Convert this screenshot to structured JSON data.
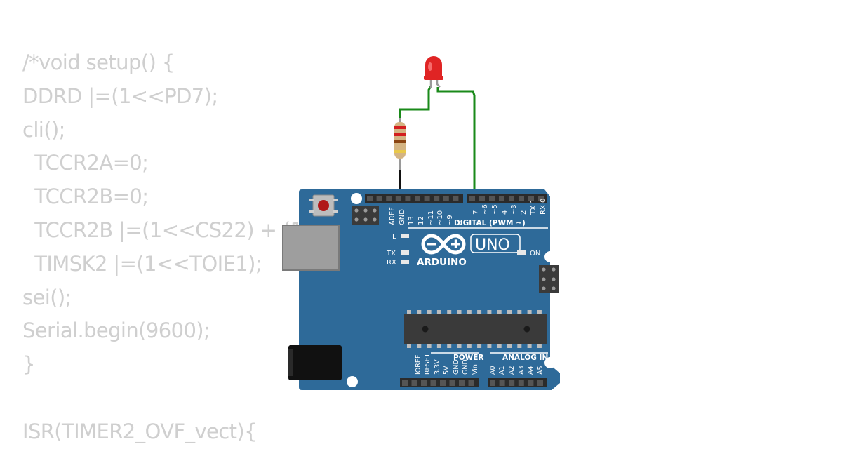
{
  "code": {
    "lines": [
      "/*void setup() {",
      "DDRD |=(1<<PD7);",
      "cli();",
      "  TCCR2A=0;",
      "  TCCR2B=0;",
      "  TCCR2B |=(1<<CS22) + (1<<",
      "  TIMSK2 |=(1<<TOIE1);",
      "sei();",
      "Serial.begin(9600);",
      "}",
      "",
      "ISR(TIMER2_OVF_vect){"
    ]
  },
  "board": {
    "brand": "ARDUINO",
    "model": "UNO",
    "digital_label": "DIGITAL (PWM ~)",
    "power_label": "POWER",
    "analog_label": "ANALOG IN",
    "on_label": "ON",
    "l_label": "L",
    "tx_label": "TX",
    "rx_label": "RX",
    "header_left_pins": [
      "AREF",
      "GND",
      "13",
      "12",
      "~11",
      "~10",
      "~9",
      "8"
    ],
    "header_right_pins": [
      "7",
      "~6",
      "~5",
      "4",
      "~3",
      "2",
      "TX 1",
      "RX 0"
    ],
    "power_pins": [
      "IOREF",
      "RESET",
      "3.3V",
      "5V",
      "GND",
      "GND",
      "Vin"
    ],
    "analog_pins": [
      "A0",
      "A1",
      "A2",
      "A3",
      "A4",
      "A5"
    ],
    "colors": {
      "board": "#2e6a99",
      "header": "#2b2b2b",
      "chip": "#3a3a3a",
      "usb": "#9e9e9e",
      "jack": "#111111",
      "silk": "#ffffff"
    }
  },
  "led": {
    "color": "#e02424"
  },
  "resistor": {
    "body_color": "#d4b483",
    "bands": [
      "#d31f1f",
      "#d31f1f",
      "#8b4513",
      "#e8c84a"
    ]
  },
  "wires": {
    "led_wire_color": "#1a8a1a",
    "gnd_wire_color": "#111111"
  }
}
